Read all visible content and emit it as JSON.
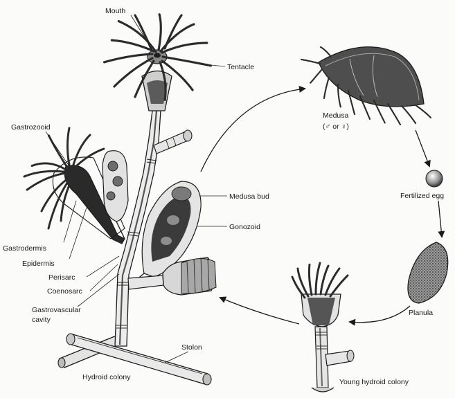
{
  "labels": {
    "mouth": "Mouth",
    "tentacle": "Tentacle",
    "gastrozooid": "Gastrozooid",
    "medusa_bud": "Medusa bud",
    "gonozoid": "Gonozoid",
    "gastrodermis": "Gastrodermis",
    "epidermis": "Epidermis",
    "perisarc": "Perisarc",
    "coenosarc": "Coenosarc",
    "gastrovascular_line1": "Gastrovascular",
    "gastrovascular_line2": "cavity",
    "stolon": "Stolon",
    "hydroid_colony": "Hydroid colony",
    "medusa": "Medusa",
    "medusa_sex": "(♂ or ♀)",
    "fertilized_egg": "Fertilized egg",
    "planula": "Planula",
    "young_hydroid_colony": "Young hydroid colony"
  }
}
